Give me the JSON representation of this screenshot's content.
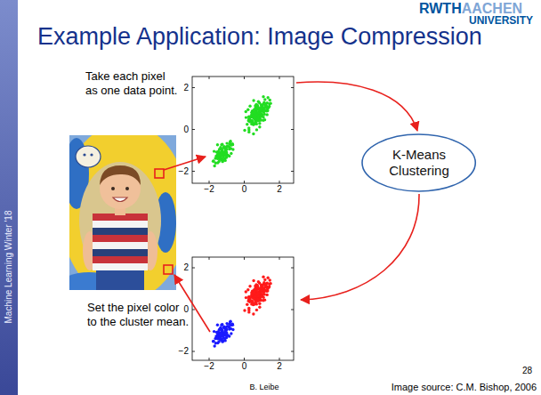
{
  "diagram": {
    "title": "Example Application: Image Compression",
    "nodes": [
      {
        "text": [
          "K-Means Clustering"
        ]
      }
    ],
    "labels": [
      "RWTH",
      "AACHEN",
      "UNIVERSITY",
      "Machine Learning Winter '18",
      "Take each pixel as one data point.",
      "2",
      "0",
      "−2",
      "−2",
      "0",
      "2",
      "Set the pixel color to the cluster mean.",
      "2",
      "0",
      "−2",
      "−2",
      "0",
      "2",
      "B. Leibe",
      "28",
      "Image source: C.M. Bishop, 2006"
    ]
  }
}
